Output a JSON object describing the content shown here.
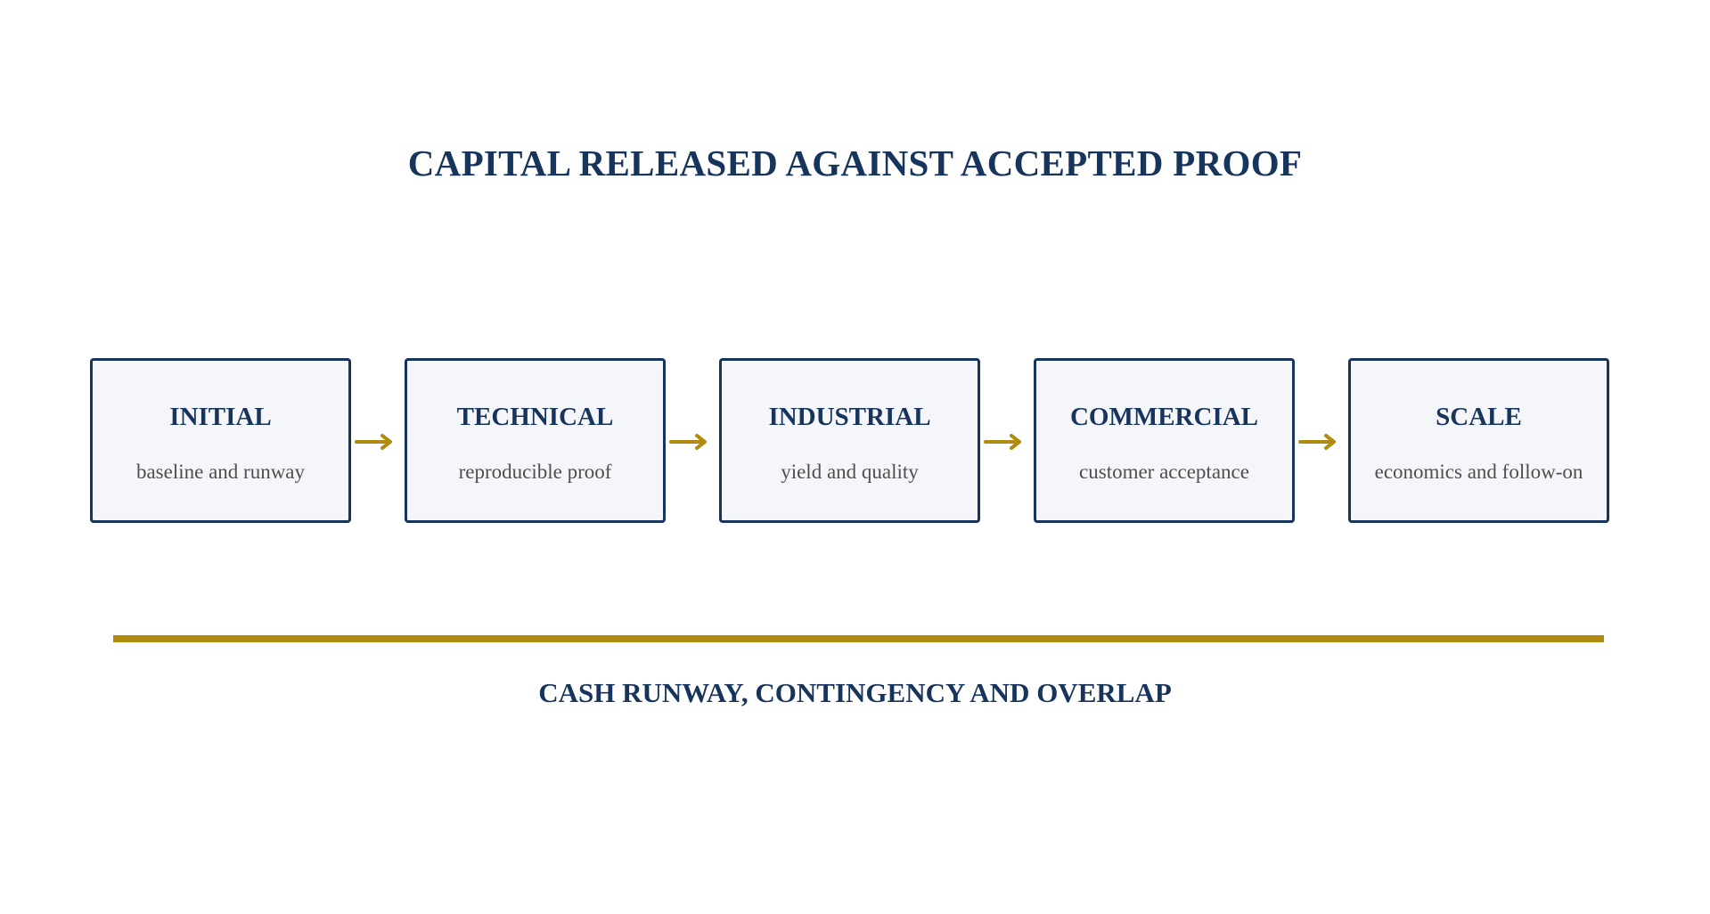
{
  "title": "CAPITAL RELEASED AGAINST ACCEPTED PROOF",
  "stages": [
    {
      "name": "INITIAL",
      "description": "baseline and runway"
    },
    {
      "name": "TECHNICAL",
      "description": "reproducible proof"
    },
    {
      "name": "INDUSTRIAL",
      "description": "yield and quality"
    },
    {
      "name": "COMMERCIAL",
      "description": "customer acceptance"
    },
    {
      "name": "SCALE",
      "description": "economics and follow-on"
    }
  ],
  "footer": {
    "label": "CASH RUNWAY, CONTINGENCY AND OVERLAP"
  },
  "colors": {
    "navy": "#17355c",
    "gold": "#b08b0f",
    "box_fill": "#f4f6fa",
    "description_text": "#4e4e4e"
  }
}
